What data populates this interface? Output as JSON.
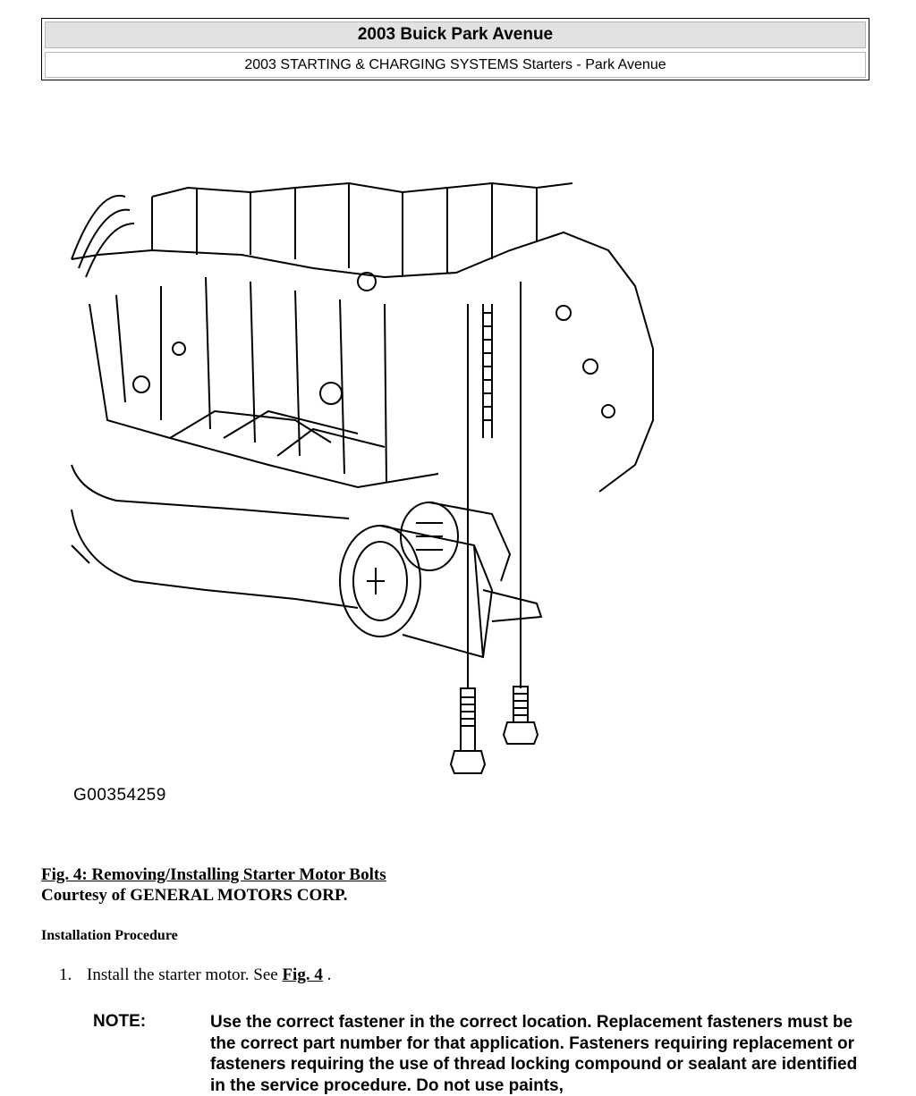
{
  "header": {
    "title": "2003 Buick Park Avenue",
    "subtitle": "2003 STARTING & CHARGING SYSTEMS Starters - Park Avenue"
  },
  "figure": {
    "code": "G00354259",
    "caption": "Fig. 4: Removing/Installing Starter Motor Bolts",
    "courtesy": "Courtesy of GENERAL MOTORS CORP."
  },
  "procedure": {
    "heading": "Installation Procedure",
    "steps": [
      {
        "number": "1.",
        "text": "Install the starter motor. See ",
        "link": "Fig. 4",
        "suffix": " ."
      }
    ]
  },
  "note": {
    "label": "NOTE:",
    "text": "Use the correct fastener in the correct location. Replacement fasteners must be the correct part number for that application. Fasteners requiring replacement or fasteners requiring the use of thread locking compound or sealant are identified in the service procedure. Do not use paints,"
  }
}
